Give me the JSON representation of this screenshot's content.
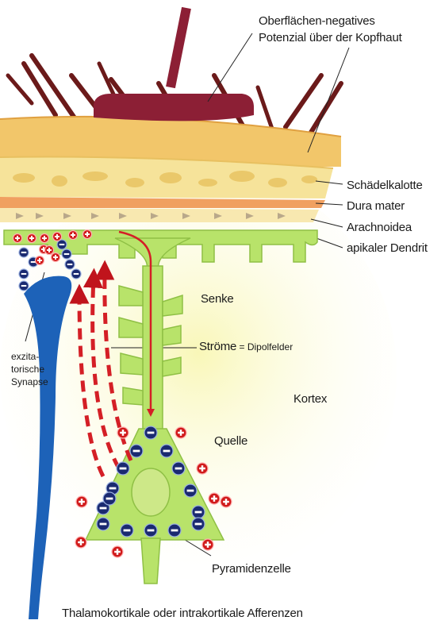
{
  "labels": {
    "surface_potential_line1": "Oberflächen-negatives",
    "surface_potential_line2": "Potenzial über der Kopfhaut",
    "skull": "Schädelkalotte",
    "dura": "Dura mater",
    "arachnoid": "Arachnoidea",
    "apical_dendrite": "apikaler Dendrit",
    "sink": "Senke",
    "currents_bold": "Ströme",
    "currents_rest": " = Dipolfelder",
    "synapse_line1": "exzita-",
    "synapse_line2": "torische",
    "synapse_line3": "Synapse",
    "cortex": "Kortex",
    "source": "Quelle",
    "pyramidal_cell": "Pyramidenzelle",
    "afferents": "Thalamokortikale oder intrakortikale Afferenzen"
  },
  "colors": {
    "scalp": "#f2c66a",
    "skull": "#f6e39a",
    "dura": "#f0a060",
    "hair": "#6b1a1a",
    "electrode": "#8c1f35",
    "neuron": "#b8e36a",
    "current_arrow": "#d41f26",
    "afferent": "#1d62b8",
    "negative_charge": "#1a2a70",
    "positive_charge": "#d01a1a"
  }
}
